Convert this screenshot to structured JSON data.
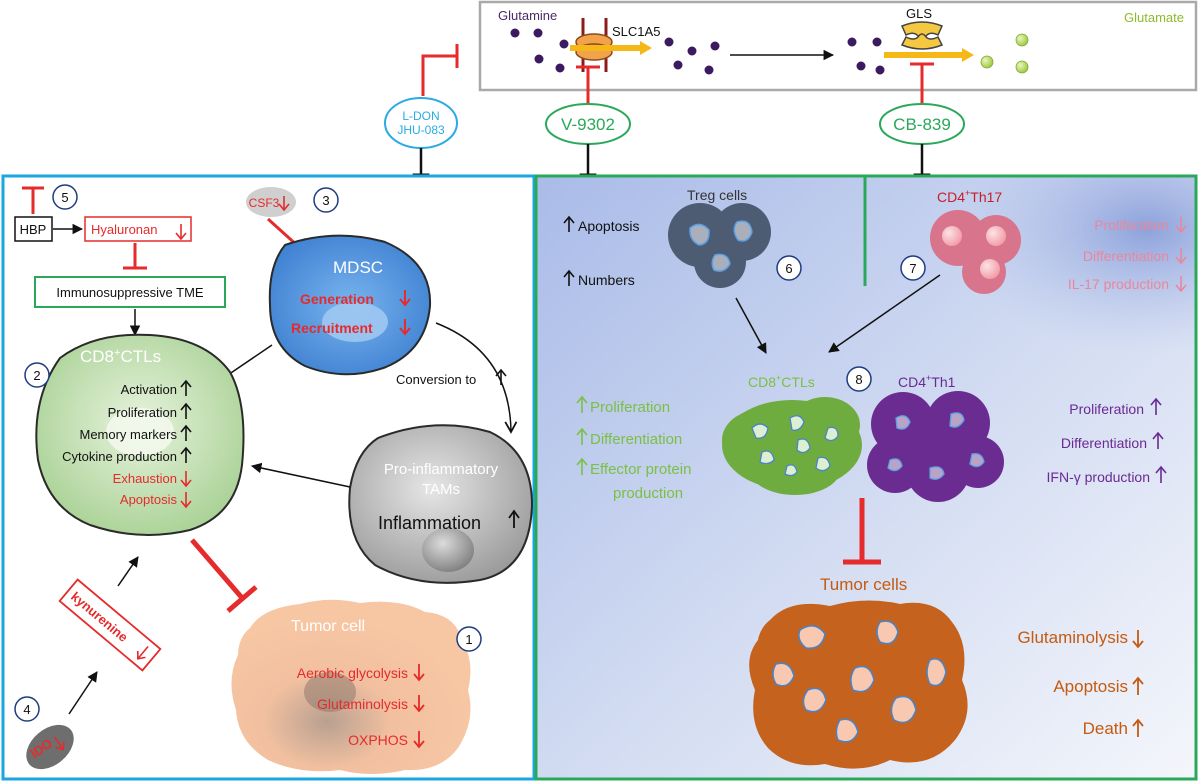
{
  "top_pathway": {
    "glutamine_label": "Glutamine",
    "transporter_label": "SLC1A5",
    "enzyme_label": "GLS",
    "glutamate_label": "Glutamate"
  },
  "inhibitors": {
    "ldon_line1": "L-DON",
    "ldon_line2": "JHU-083",
    "v9302": "V-9302",
    "cb839": "CB-839"
  },
  "left_panel": {
    "num5": "5",
    "hbp": "HBP",
    "hyaluronan": "Hyaluronan",
    "immunosuppressive_tme": "Immunosuppressive TME",
    "csf3": "CSF3",
    "num3": "3",
    "mdsc": {
      "title": "MDSC",
      "generation": "Generation",
      "recruitment": "Recruitment"
    },
    "num2": "2",
    "cd8_title": "CD8",
    "cd8_sup": "+",
    "cd8_suffix": "CTLs",
    "cd8_items": [
      "Activation",
      "Proliferation",
      "Memory markers",
      "Cytokine production",
      "Exhaustion",
      "Apoptosis"
    ],
    "conversion": "Conversion to",
    "tam_line1": "Pro-inflammatory",
    "tam_line2": "TAMs",
    "inflammation": "Inflammation",
    "kynurenine": "kynurenine",
    "num4": "4",
    "ido": "IDO",
    "tumor": {
      "title": "Tumor cell",
      "num": "1",
      "items": [
        "Aerobic glycolysis",
        "Glutaminolysis",
        "OXPHOS"
      ]
    }
  },
  "right_panel": {
    "treg_label": "Treg cells",
    "treg_effects": [
      "Apoptosis",
      "Numbers"
    ],
    "num6": "6",
    "th17_prefix": "CD4",
    "th17_sup": "+",
    "th17_suffix": "Th17",
    "num7": "7",
    "th17_effects": [
      "Proliferation",
      "Differentiation",
      "IL-17 production"
    ],
    "cd8_prefix": "CD8",
    "cd8_sup": "+",
    "cd8_suffix": "CTLs",
    "num8": "8",
    "cd8_effects": [
      "Proliferation",
      "Differentiation",
      "Effector protein",
      "production"
    ],
    "th1_prefix": "CD4",
    "th1_sup": "+",
    "th1_suffix": "Th1",
    "th1_effects": [
      "Proliferation",
      "Differentiation",
      "IFN-γ production"
    ],
    "tumor_label": "Tumor cells",
    "tumor_effects": [
      "Glutaminolysis",
      "Apoptosis",
      "Death"
    ]
  }
}
